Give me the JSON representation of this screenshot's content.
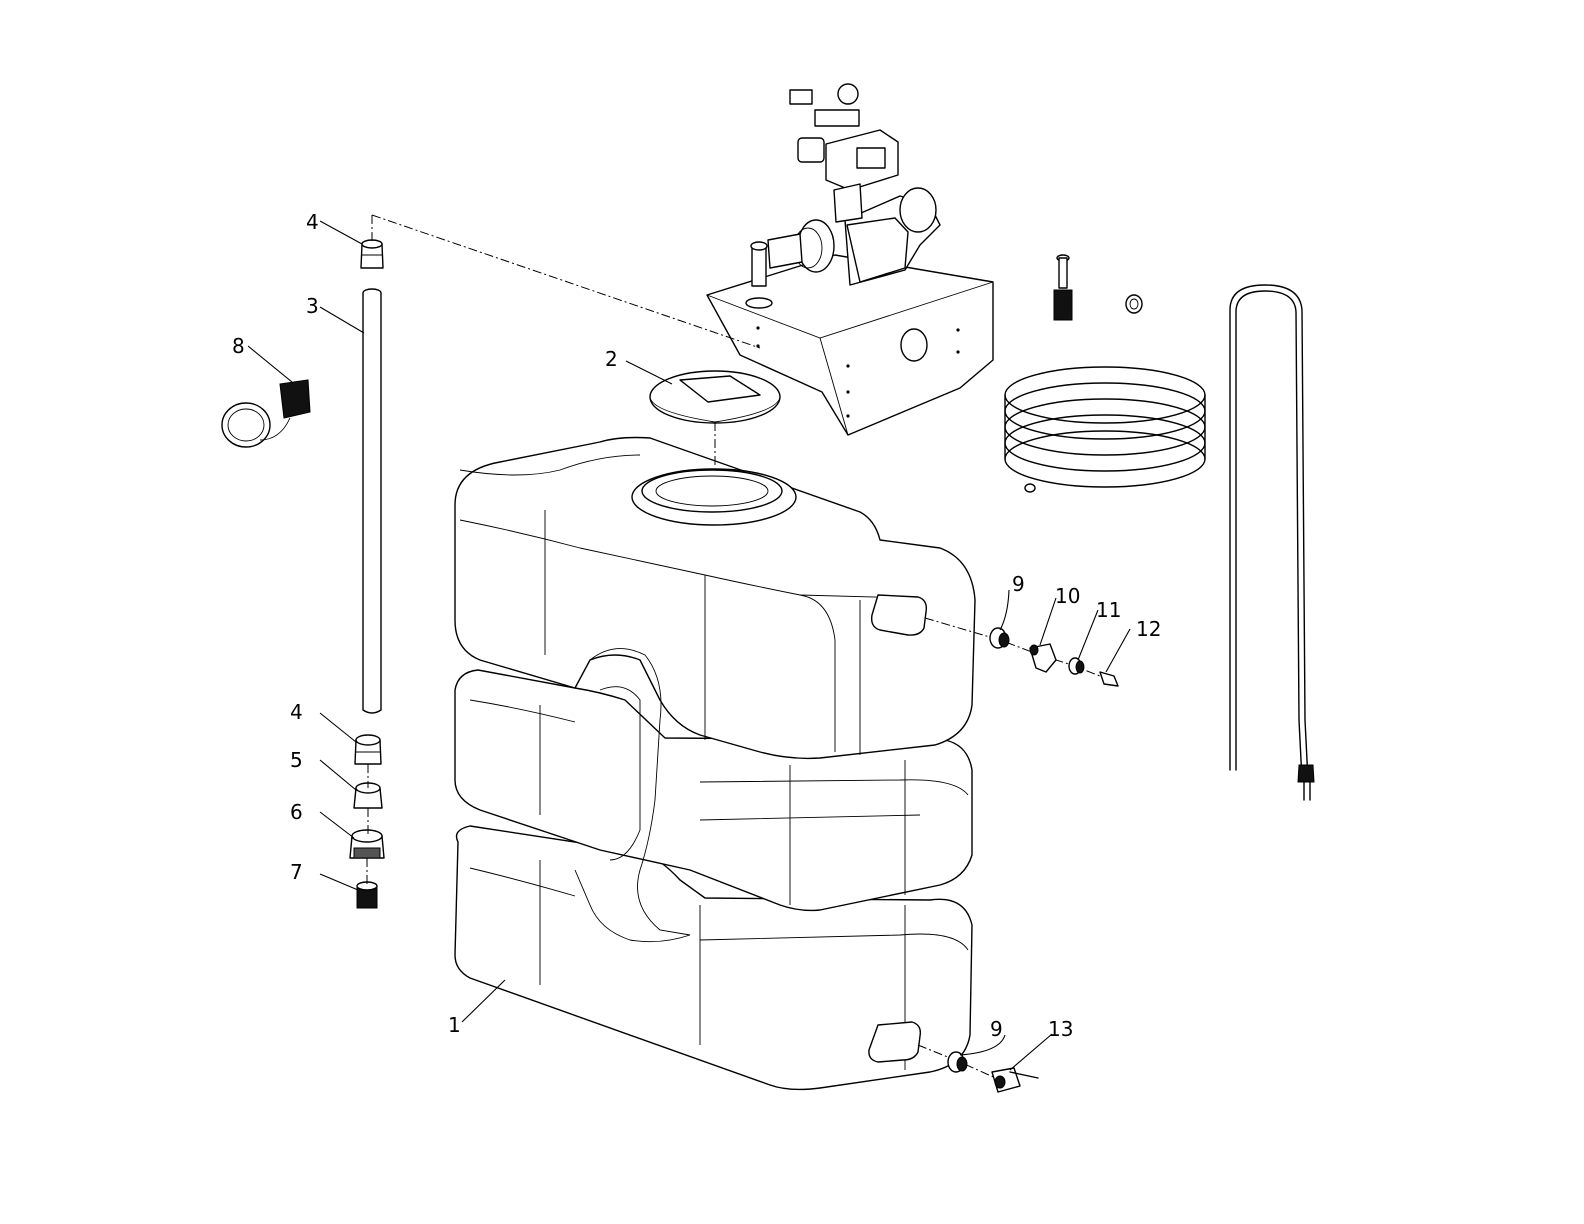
{
  "callouts": {
    "c1": "1",
    "c2": "2",
    "c3": "3",
    "c4_top": "4",
    "c4_bottom": "4",
    "c5": "5",
    "c6": "6",
    "c7": "7",
    "c8": "8",
    "c9_top": "9",
    "c9_bottom": "9",
    "c10": "10",
    "c11": "11",
    "c12": "12",
    "c13": "13"
  }
}
